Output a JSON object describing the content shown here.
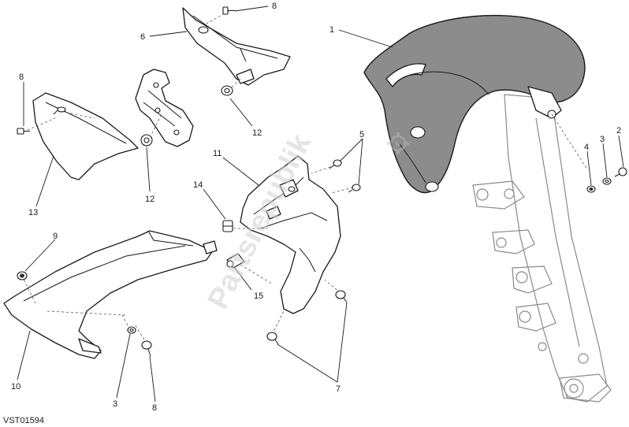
{
  "drawing_code": "VST01594",
  "watermark": "Partsrepublik",
  "callouts": {
    "c1": "1",
    "c2": "2",
    "c3a": "3",
    "c3b": "3",
    "c4": "4",
    "c5": "5",
    "c6": "6",
    "c7": "7",
    "c8a": "8",
    "c8b": "8",
    "c8c": "8",
    "c9": "9",
    "c10": "10",
    "c11": "11",
    "c12a": "12",
    "c12b": "12",
    "c13": "13",
    "c14": "14",
    "c15": "15"
  }
}
